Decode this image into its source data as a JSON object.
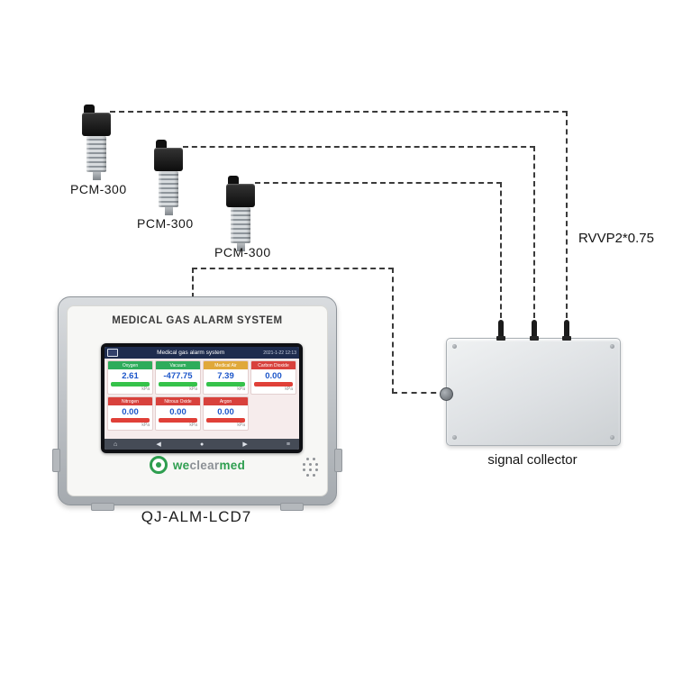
{
  "sensors": [
    {
      "label": "PCM-300"
    },
    {
      "label": "PCM-300"
    },
    {
      "label": "PCM-300"
    }
  ],
  "cable_label": "RVVP2*0.75",
  "collector": {
    "label": "signal collector"
  },
  "panel": {
    "title": "MEDICAL GAS ALARM SYSTEM",
    "model": "QJ-ALM-LCD7",
    "logo": {
      "we": "we",
      "clear": "clear",
      "med": "med"
    }
  },
  "screen": {
    "header": {
      "title": "Medical gas alarm system",
      "time": "2021-1-22  12:13"
    },
    "tiles": [
      {
        "name": "Oxygen",
        "value": "2.61",
        "unit": "kPa",
        "header_color": "#2eac5b",
        "bar_color": "#35c24a"
      },
      {
        "name": "Vacuum",
        "value": "-477.75",
        "unit": "kPa",
        "header_color": "#2eac5b",
        "bar_color": "#35c24a"
      },
      {
        "name": "Medical Air",
        "value": "7.39",
        "unit": "kPa",
        "header_color": "#e0a83a",
        "bar_color": "#35c24a"
      },
      {
        "name": "Carbon Dioxide",
        "value": "0.00",
        "unit": "kPa",
        "header_color": "#d8413c",
        "bar_color": "#e04038"
      },
      {
        "name": "Nitrogen",
        "value": "0.00",
        "unit": "kPa",
        "header_color": "#d8413c",
        "bar_color": "#e04038"
      },
      {
        "name": "Nitrous Oxide",
        "value": "0.00",
        "unit": "kPa",
        "header_color": "#d8413c",
        "bar_color": "#e04038"
      },
      {
        "name": "Argon",
        "value": "0.00",
        "unit": "kPa",
        "header_color": "#d8413c",
        "bar_color": "#e04038"
      }
    ],
    "footer": {
      "icons": [
        {
          "glyph": "⌂"
        },
        {
          "glyph": "◀"
        },
        {
          "glyph": "●"
        },
        {
          "glyph": "▶"
        },
        {
          "glyph": "≡"
        }
      ]
    }
  }
}
